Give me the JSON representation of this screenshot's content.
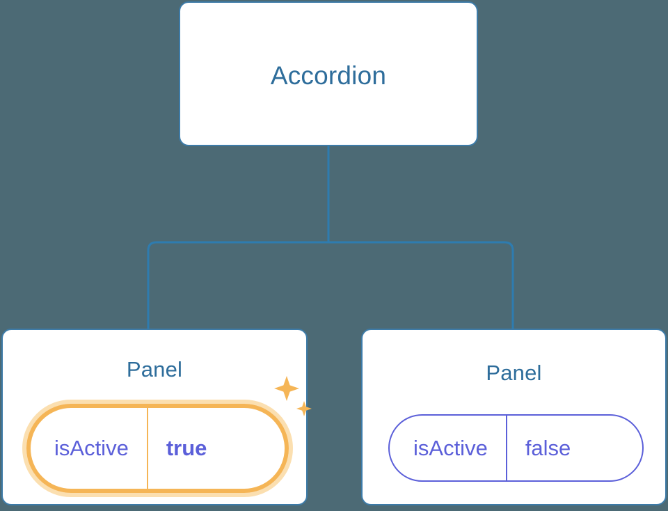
{
  "canvas": {
    "background_color": "#4c6a75"
  },
  "theme": {
    "node_border_color": "#3d7ba8",
    "node_title_color": "#2e6d9b",
    "node_background": "#ffffff",
    "connector_color": "#2e7cb0",
    "prop_color": "#5b5fd9",
    "highlight_color": "#f5b556",
    "highlight_glow_color": "#fbdfb0"
  },
  "tree": {
    "root": {
      "title": "Accordion"
    },
    "children": [
      {
        "title": "Panel",
        "highlighted": true,
        "prop": {
          "key": "isActive",
          "value": "true"
        },
        "decorations": [
          "sparkle-large-icon",
          "sparkle-small-icon"
        ]
      },
      {
        "title": "Panel",
        "highlighted": false,
        "prop": {
          "key": "isActive",
          "value": "false"
        }
      }
    ]
  },
  "icons": {
    "sparkle_large": "sparkle-large-icon",
    "sparkle_small": "sparkle-small-icon"
  }
}
